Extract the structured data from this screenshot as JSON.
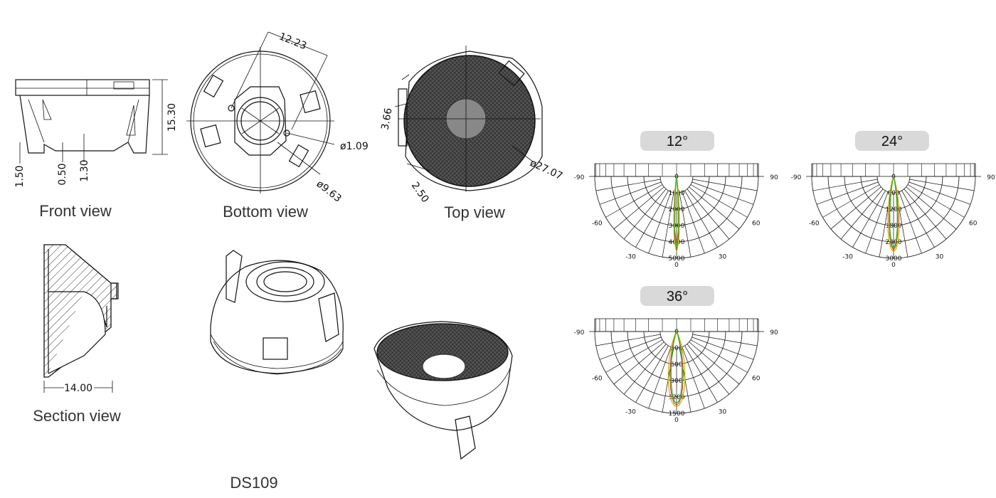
{
  "labels": {
    "front_view": "Front view",
    "bottom_view": "Bottom view",
    "top_view": "Top view",
    "section_view": "Section view",
    "model": "DS109"
  },
  "dimensions": {
    "front": [
      "15.30",
      "1.50",
      "0.50",
      "1.30"
    ],
    "bottom": [
      "12.23",
      "ø1.09",
      "ø9.63"
    ],
    "top": [
      "3.66",
      "2.50",
      "ø27.07"
    ],
    "section": [
      "14.00"
    ]
  },
  "polar": {
    "angle_labels": [
      "-90",
      "90",
      "-60",
      "60",
      "-30",
      "30",
      "0"
    ],
    "center_label": "0",
    "charts": [
      {
        "beam": "12°",
        "rings": [
          "1000",
          "2000",
          "3000",
          "4000",
          "5000"
        ]
      },
      {
        "beam": "24°",
        "rings": [
          "600",
          "1200",
          "1800",
          "2400",
          "3000"
        ]
      },
      {
        "beam": "36°",
        "rings": [
          "300",
          "600",
          "900",
          "1200",
          "1500"
        ]
      }
    ]
  },
  "colors": {
    "label_pill": "#d9d9d9",
    "curve_green": "#4fae2f",
    "curve_yellow": "#c8b400",
    "curve_red": "#c0392b",
    "hatch_dark": "#333333"
  }
}
